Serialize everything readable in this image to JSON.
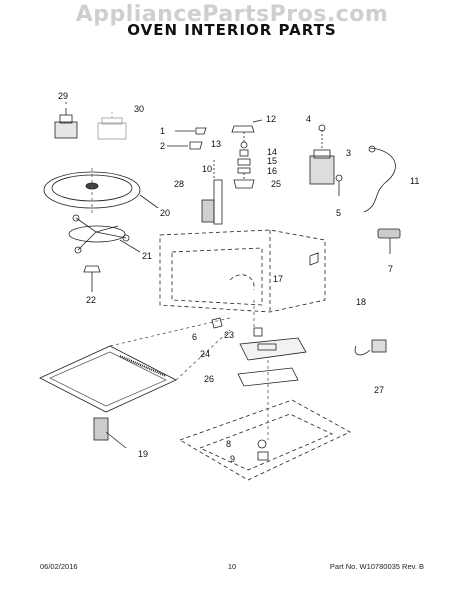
{
  "watermark": "AppliancePartsPros.com",
  "title": "OVEN INTERIOR PARTS",
  "callouts": [
    "1",
    "2",
    "3",
    "4",
    "5",
    "6",
    "7",
    "8",
    "9",
    "10",
    "11",
    "12",
    "13",
    "14",
    "15",
    "16",
    "17",
    "18",
    "19",
    "20",
    "21",
    "22",
    "23",
    "24",
    "25",
    "26",
    "27",
    "28",
    "29",
    "30"
  ],
  "footer": {
    "date": "06/02/2016",
    "page": "10",
    "part_number": "Part No.  W10780035   Rev. B"
  }
}
